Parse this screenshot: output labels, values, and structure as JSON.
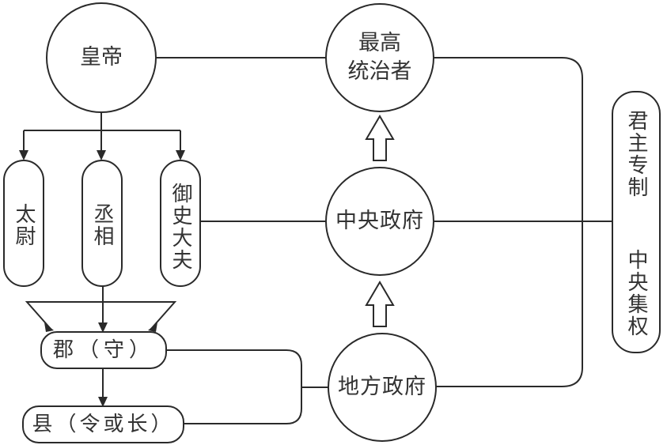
{
  "title": "秦朝中央集权制度示意图",
  "nodes": {
    "emperor": "皇帝",
    "supreme_ruler_line1": "最高",
    "supreme_ruler_line2": "统治者",
    "central_government": "中央政府",
    "local_government": "地方政府",
    "taiwei": "太尉",
    "chengxiang": "丞相",
    "yushidafu": "御史大夫",
    "commandery": "郡（守）",
    "county": "县（令或长）",
    "summary_part1": "君主专制",
    "summary_part2": "中央集权"
  },
  "edges": [
    {
      "from": "皇帝",
      "to": "最高统治者",
      "type": "line"
    },
    {
      "from": "皇帝",
      "to": "太尉",
      "type": "arrow"
    },
    {
      "from": "皇帝",
      "to": "丞相",
      "type": "arrow"
    },
    {
      "from": "皇帝",
      "to": "御史大夫",
      "type": "arrow"
    },
    {
      "from": "太尉",
      "to": "郡（守）",
      "type": "arrow"
    },
    {
      "from": "丞相",
      "to": "郡（守）",
      "type": "arrow"
    },
    {
      "from": "御史大夫",
      "to": "郡（守）",
      "type": "arrow"
    },
    {
      "from": "郡（守）",
      "to": "县（令或长）",
      "type": "arrow"
    },
    {
      "from": "御史大夫",
      "to": "中央政府",
      "type": "line"
    },
    {
      "from": "郡（守）",
      "to": "地方政府",
      "type": "bracket"
    },
    {
      "from": "县（令或长）",
      "to": "地方政府",
      "type": "bracket"
    },
    {
      "from": "地方政府",
      "to": "中央政府",
      "type": "hollow-arrow"
    },
    {
      "from": "中央政府",
      "to": "最高统治者",
      "type": "hollow-arrow"
    },
    {
      "from": "最高统治者",
      "to": "君主专制 中央集权",
      "type": "bracket"
    },
    {
      "from": "中央政府",
      "to": "君主专制 中央集权",
      "type": "line"
    },
    {
      "from": "地方政府",
      "to": "君主专制 中央集权",
      "type": "bracket"
    }
  ]
}
